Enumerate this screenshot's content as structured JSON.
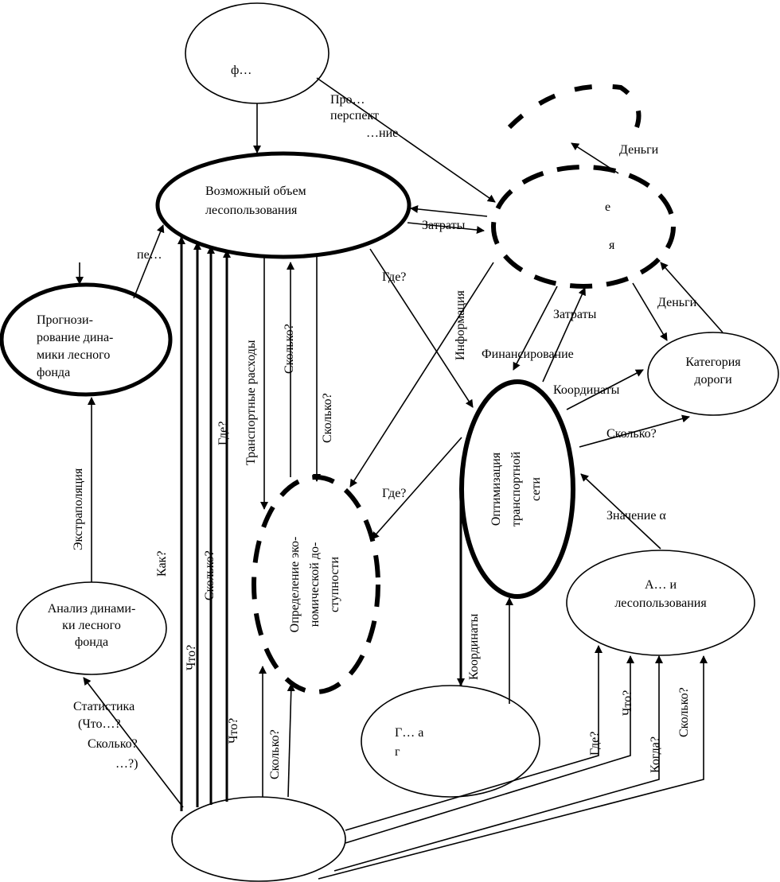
{
  "diagram": {
    "type": "flow-diagram",
    "language": "ru",
    "colors": {
      "stroke": "#000000",
      "background": "#ffffff"
    },
    "nodes": [
      {
        "id": "top",
        "lines": [
          "",
          "ф…"
        ],
        "style": "thin"
      },
      {
        "id": "volume",
        "lines": [
          "Возможный объем",
          "лесопользования"
        ],
        "style": "thick"
      },
      {
        "id": "finance",
        "lines": [
          "",
          "е",
          "",
          "я"
        ],
        "style": "dashed"
      },
      {
        "id": "forecast",
        "lines": [
          "Прогнози-",
          "рование дина-",
          "мики лесного",
          "фонда"
        ],
        "style": "thick"
      },
      {
        "id": "analysis",
        "lines": [
          "Анализ динами-",
          "ки лесного",
          "фонда"
        ],
        "style": "thin"
      },
      {
        "id": "access",
        "lines": [
          "Определение эко-",
          "номической до-",
          "ступности"
        ],
        "style": "dashed",
        "rotated": true
      },
      {
        "id": "transport",
        "lines": [
          "Оптимизация",
          "транспортной",
          "сети"
        ],
        "style": "thick",
        "rotated": true
      },
      {
        "id": "road",
        "lines": [
          "Категория",
          "дороги"
        ],
        "style": "thin"
      },
      {
        "id": "forestuse",
        "lines": [
          "А… и",
          "лесопользования"
        ],
        "style": "thin"
      },
      {
        "id": "gis",
        "lines": [
          "Г… а",
          "г"
        ],
        "style": "thin"
      },
      {
        "id": "source",
        "lines": [
          "",
          ""
        ],
        "style": "thin"
      }
    ],
    "edge_labels": {
      "prospect": [
        "Про…",
        "перспект",
        "…ние"
      ],
      "money_top": "Деньги",
      "costs_top": "Затраты",
      "where_1": "Где?",
      "information": "Информация",
      "transport_costs": "Транспортные расходы",
      "how_much_up": "Сколько?",
      "how_much_down": "Сколько?",
      "where_small": "Где?",
      "financing": "Финансирование",
      "costs_mid": "Затраты",
      "money_right": "Деньги",
      "coords_right": "Координаты",
      "how_much_road": "Сколько?",
      "alpha": "Значение α",
      "where_access": "Где?",
      "coords_down": "Координаты",
      "extrapolation": "Экстраполяция",
      "how": "Как?",
      "what_1": "Что?",
      "how_much_src": "Сколько?",
      "what_2": "Что?",
      "how_much_access": "Сколько?",
      "stats": [
        "Статистика",
        "(Что…?",
        "Сколько?",
        "…?)"
      ],
      "where_use": "Где?",
      "what_use": "Что?",
      "when_use": "Когда?",
      "how_much_use": "Сколько?",
      "pre": "пе…"
    }
  }
}
